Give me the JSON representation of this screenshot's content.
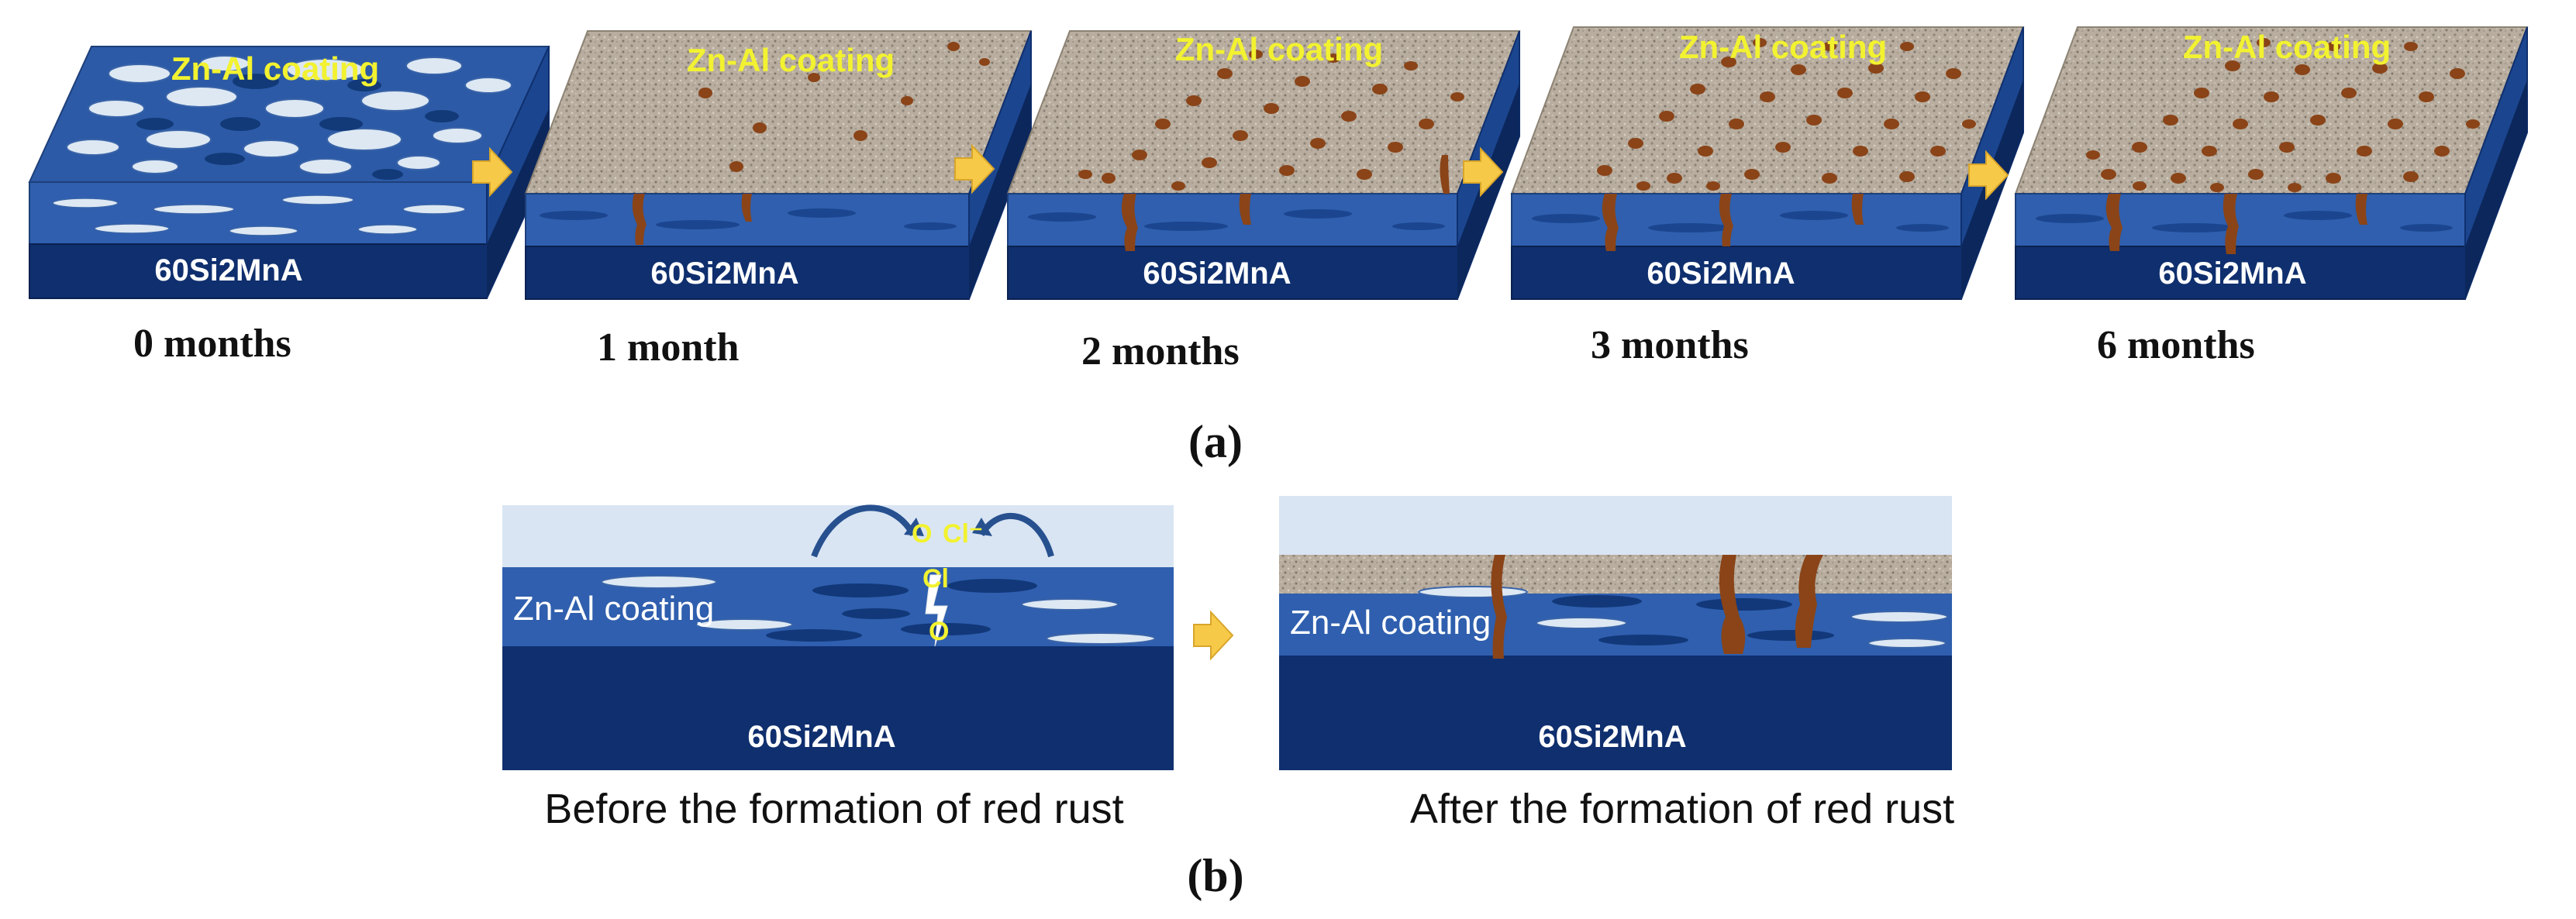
{
  "panel_a": {
    "label": "(a)",
    "blocks": [
      {
        "time": "0 months",
        "coating": "Zn-Al coating",
        "substrate": "60Si2MnA"
      },
      {
        "time": "1 month",
        "coating": "Zn-Al coating",
        "substrate": "60Si2MnA"
      },
      {
        "time": "2 months",
        "coating": "Zn-Al coating",
        "substrate": "60Si2MnA"
      },
      {
        "time": "3 months",
        "coating": "Zn-Al coating",
        "substrate": "60Si2MnA"
      },
      {
        "time": "6 months",
        "coating": "Zn-Al coating",
        "substrate": "60Si2MnA"
      }
    ]
  },
  "panel_b": {
    "label": "(b)",
    "before": {
      "coating": "Zn-Al coating",
      "substrate": "60Si2MnA",
      "caption": "Before the formation of red rust",
      "ions": [
        "O",
        "Cl⁻",
        "Cl",
        "O"
      ]
    },
    "after": {
      "coating": "Zn-Al coating",
      "substrate": "60Si2MnA",
      "caption": "After the formation of red rust"
    }
  },
  "colors": {
    "substrate": "#0f2f6e",
    "coating_blue": "#2f5fae",
    "pore": "#e4edf6",
    "sky": "#d9e5f3",
    "corrosion_product": "#bcb2a4",
    "rust": "#8a4418",
    "arrow": "#f7c948",
    "label_yellow": "#f2f230"
  }
}
